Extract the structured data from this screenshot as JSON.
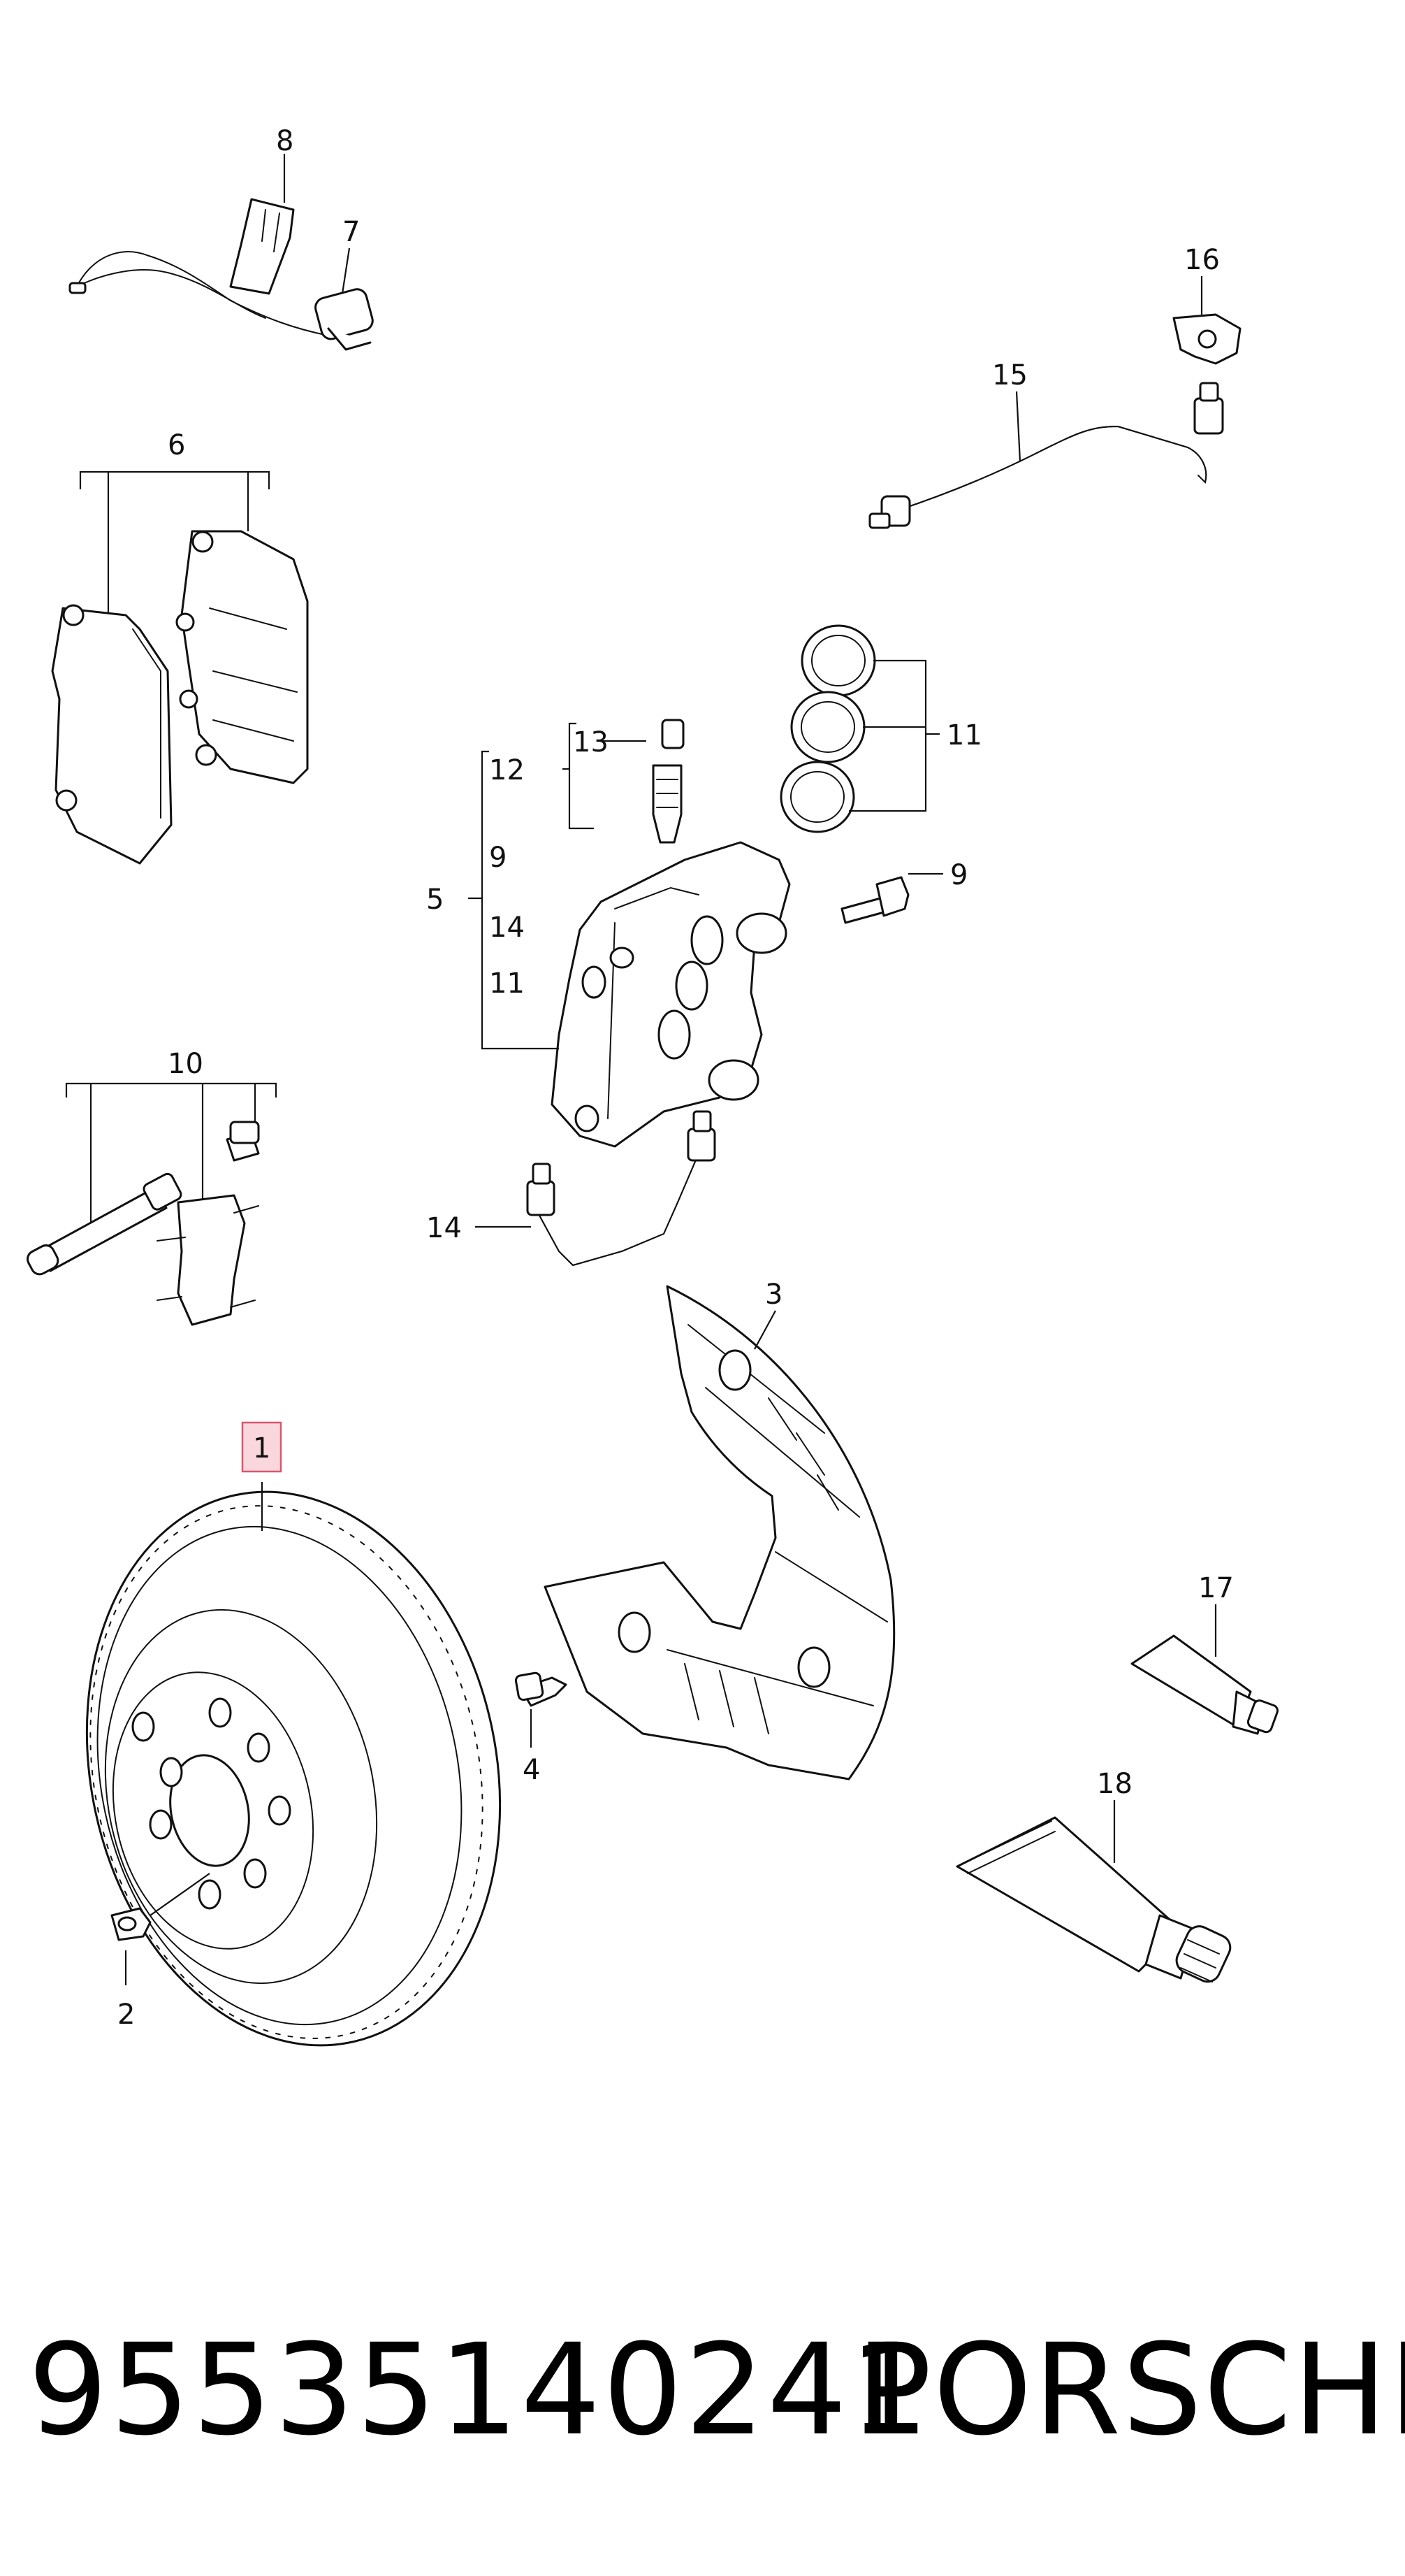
{
  "callouts": {
    "c1": "1",
    "c2": "2",
    "c3": "3",
    "c4": "4",
    "c5": "5",
    "c6": "6",
    "c7": "7",
    "c8": "8",
    "c9": "9",
    "c10": "10",
    "c11": "11",
    "c12": "12",
    "c13": "13",
    "c14": "14",
    "c15": "15",
    "c16": "16",
    "c17": "17",
    "c18": "18",
    "caliper_group": [
      "9",
      "14",
      "11"
    ]
  },
  "highlighted_callout": "1",
  "highlight_color": "#f9d7dc",
  "footer": {
    "part_number": "95535140241",
    "brand": "PORSCHE"
  }
}
